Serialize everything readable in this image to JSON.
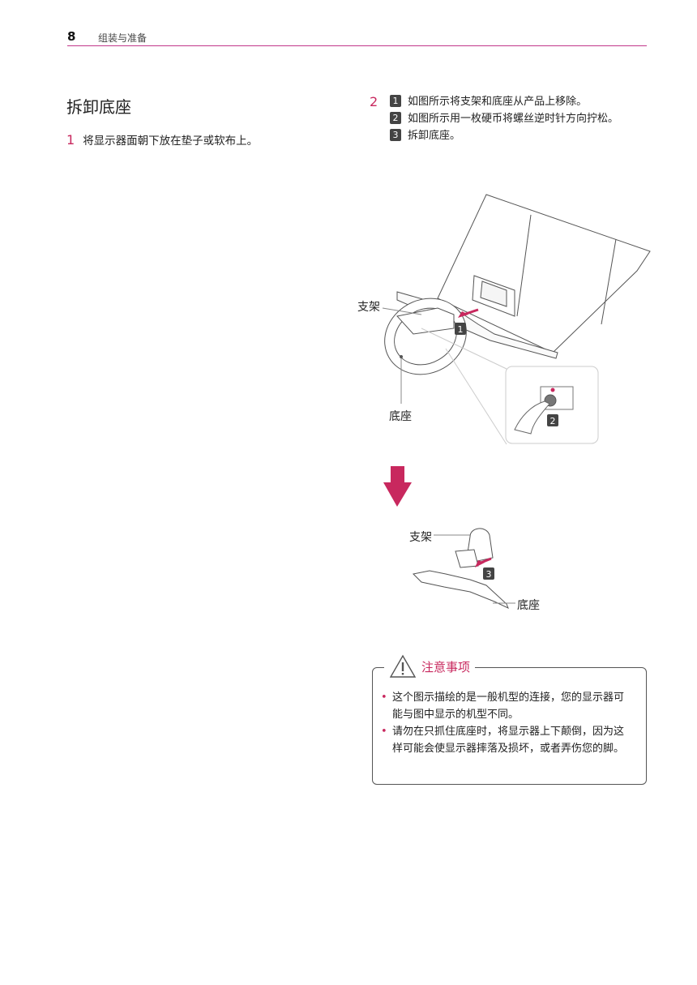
{
  "header": {
    "page_number": "8",
    "section": "组装与准备"
  },
  "title": "拆卸底座",
  "step1": {
    "number": "1",
    "text": "将显示器面朝下放在垫子或软布上。"
  },
  "step2": {
    "number": "2",
    "substeps": [
      {
        "badge": "1",
        "text_a": "如图所示将",
        "bold1": "支架",
        "text_b": "和",
        "bold2": "底座",
        "text_c": "从产品上移除。"
      },
      {
        "badge": "2",
        "text": "如图所示用一枚硬币将螺丝逆时针方向拧松。"
      },
      {
        "badge": "3",
        "text": "拆卸底座。"
      }
    ]
  },
  "figure": {
    "label_stand_top": "支架",
    "label_base_top": "底座",
    "badge1": "1",
    "badge2": "2",
    "label_stand_bottom": "支架",
    "label_base_bottom": "底座",
    "badge3": "3",
    "accent_color": "#c8285e"
  },
  "caution": {
    "title": "注意事项",
    "icon": "warning-triangle-icon",
    "items": [
      "这个图示描绘的是一般机型的连接，您的显示器可能与图中显示的机型不同。",
      "请勿在只抓住底座时，将显示器上下颠倒，因为这样可能会使显示器摔落及损坏，或者弄伤您的脚。"
    ]
  }
}
